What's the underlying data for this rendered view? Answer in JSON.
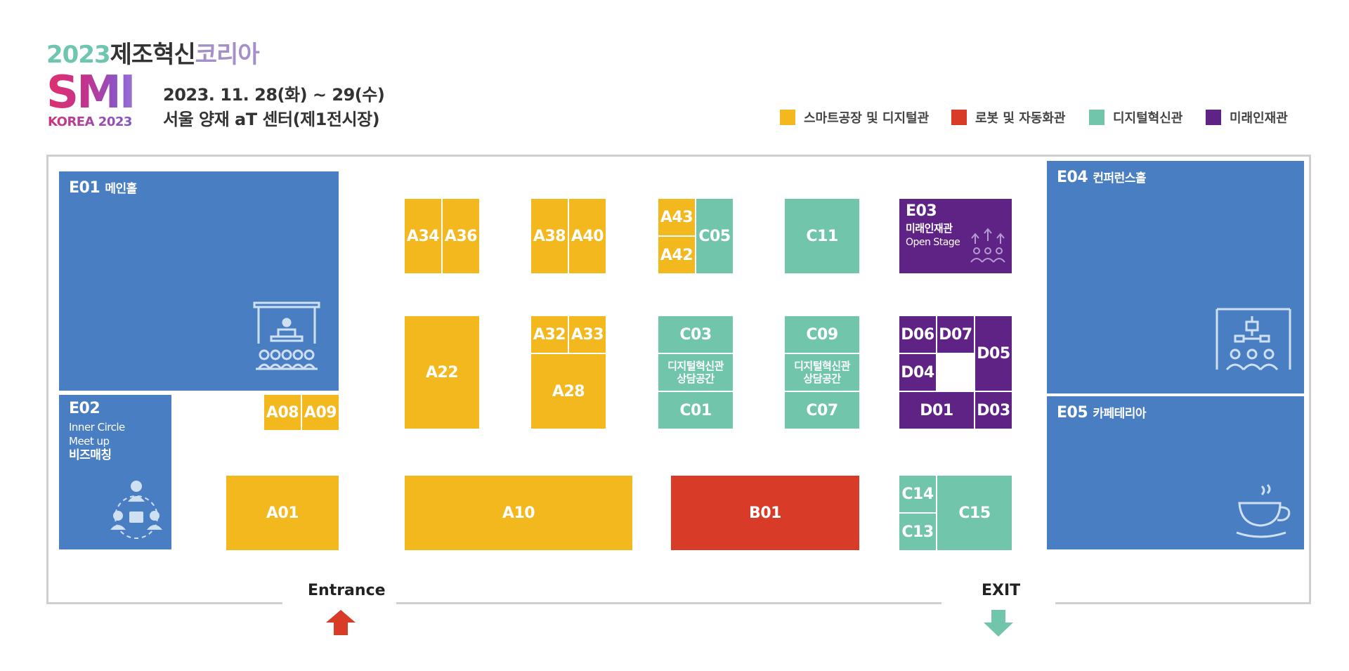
{
  "header": {
    "title_year": "2023",
    "title_main": "제조혁신",
    "title_sub": "코리아",
    "logo_smi": "SMI",
    "logo_korea": "KOREA 2023",
    "date": "2023. 11. 28(화) ~ 29(수)",
    "venue": "서울 양재 aT 센터(제1전시장)"
  },
  "legend": [
    {
      "label": "스마트공장 및 디지털관",
      "color": "#f2b81d"
    },
    {
      "label": "로봇 및 자동화관",
      "color": "#d83c29"
    },
    {
      "label": "디지털혁신관",
      "color": "#71c5ab"
    },
    {
      "label": "미래인재관",
      "color": "#5f2386"
    }
  ],
  "halls": {
    "e01": {
      "code": "E01",
      "name": "메인홀",
      "icon": "presentation-stage-icon"
    },
    "e02": {
      "code": "E02",
      "line1": "Inner Circle",
      "line2": "Meet up",
      "line3": "비즈매칭",
      "icon": "networking-group-icon"
    },
    "e03": {
      "code": "E03",
      "line1": "미래인재관",
      "line2": "Open Stage",
      "icon": "growth-people-icon"
    },
    "e04": {
      "code": "E04",
      "name": "컨퍼런스홀",
      "icon": "conference-screen-icon"
    },
    "e05": {
      "code": "E05",
      "name": "카페테리아",
      "icon": "coffee-cup-icon"
    }
  },
  "booths": {
    "a34": "A34",
    "a36": "A36",
    "a38": "A38",
    "a40": "A40",
    "a43": "A43",
    "a42": "A42",
    "c05": "C05",
    "c11": "C11",
    "a22": "A22",
    "a32": "A32",
    "a33": "A33",
    "a28": "A28",
    "c03": "C03",
    "c01": "C01",
    "c09": "C09",
    "c07": "C07",
    "consult_left": "디지털혁신관\n상담공간",
    "consult_right": "디지털혁신관\n상담공간",
    "d06": "D06",
    "d07": "D07",
    "d05": "D05",
    "d04": "D04",
    "d01": "D01",
    "d03": "D03",
    "a08": "A08",
    "a09": "A09",
    "a01": "A01",
    "a10": "A10",
    "b01": "B01",
    "c14": "C14",
    "c13": "C13",
    "c15": "C15"
  },
  "doors": {
    "entrance": "Entrance",
    "exit": "EXIT"
  },
  "colors": {
    "entrance_arrow": "#d83c29",
    "exit_arrow": "#71c5ab"
  }
}
